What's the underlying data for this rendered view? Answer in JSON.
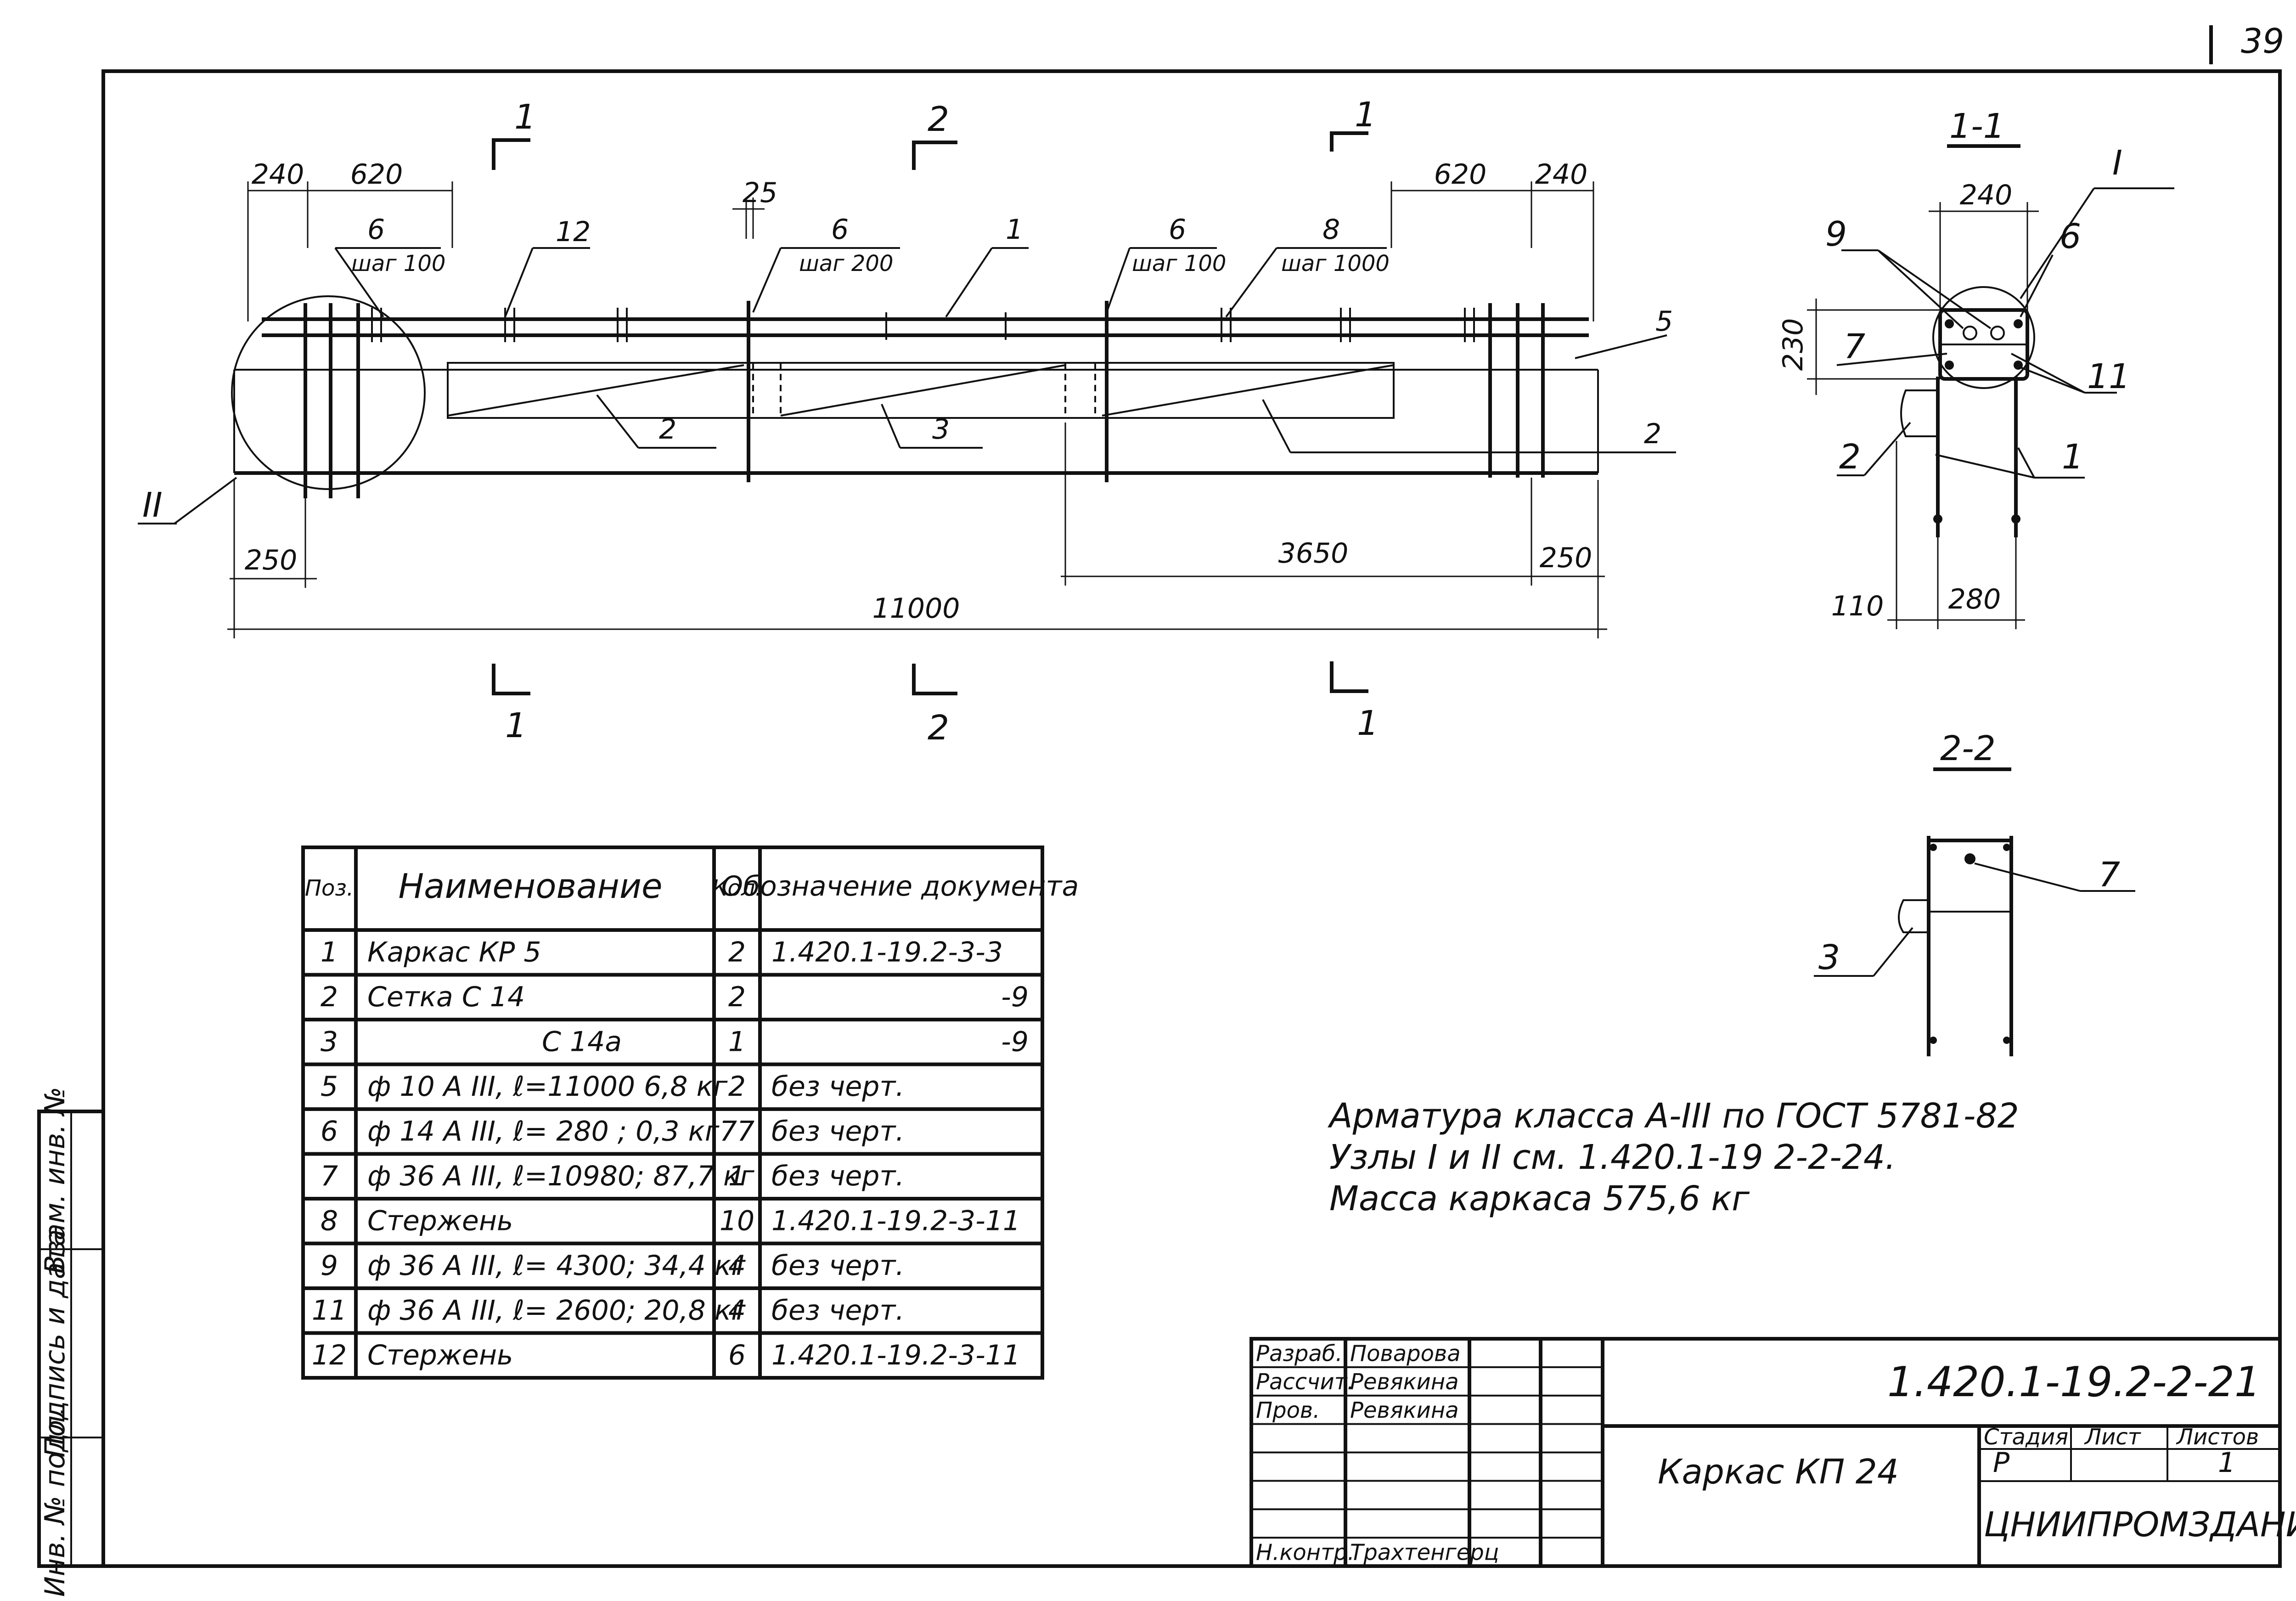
{
  "sheet": {
    "page_number": "39",
    "side_stamp": [
      "Инв. № подл.",
      "Подпись и дата",
      "Взам. инв. №"
    ]
  },
  "elevation": {
    "dims": {
      "d240_left": "240",
      "d620_left": "620",
      "d25": "25",
      "d620_right": "620",
      "d240_right": "240",
      "d250_left": "250",
      "d3650": "3650",
      "d250_right": "250",
      "d11000": "11000"
    },
    "callouts": {
      "pos6_a": "6",
      "shag100_a": "шаг 100",
      "pos12": "12",
      "pos6_b": "6",
      "shag200": "шаг 200",
      "pos1": "1",
      "pos6_c": "6",
      "shag100_b": "шаг 100",
      "pos8": "8",
      "shag1000": "шаг 1000",
      "pos5": "5",
      "pos2_a": "2",
      "pos3": "3",
      "pos2_b": "2",
      "node2": "II"
    },
    "sections": {
      "top_left": "1",
      "top_mid": "2",
      "top_right": "1",
      "bot_left": "1",
      "bot_mid": "2",
      "bot_right": "1"
    }
  },
  "section_1_1": {
    "title": "1-1",
    "node1": "I",
    "d240": "240",
    "d230": "230",
    "d110": "110",
    "d280": "280",
    "labels": {
      "p9": "9",
      "p6": "6",
      "p7": "7",
      "p11": "11",
      "p2": "2",
      "p1": "1"
    }
  },
  "section_2_2": {
    "title": "2-2",
    "labels": {
      "p7": "7",
      "p3": "3"
    }
  },
  "spec_table": {
    "headers": [
      "Поз.",
      "Наименование",
      "Кол.",
      "Обозначение документа"
    ],
    "rows": [
      {
        "pos": "1",
        "name": "Каркас        КР 5",
        "qty": "2",
        "doc": "1.420.1-19.2-3-3"
      },
      {
        "pos": "2",
        "name": "Сетка           С 14",
        "qty": "2",
        "doc": "-9"
      },
      {
        "pos": "3",
        "name": "С 14а",
        "qty": "1",
        "doc": "-9"
      },
      {
        "pos": "5",
        "name": "ф 10 А III,  ℓ=11000      6,8 кг",
        "qty": "2",
        "doc": "без черт."
      },
      {
        "pos": "6",
        "name": "ф 14 А III,  ℓ= 280 ;    0,3 кг",
        "qty": "77",
        "doc": "без черт."
      },
      {
        "pos": "7",
        "name": "ф 36 А III,  ℓ=10980;  87,7 кг",
        "qty": "1",
        "doc": "без черт."
      },
      {
        "pos": "8",
        "name": "Стержень",
        "qty": "10",
        "doc": "1.420.1-19.2-3-11"
      },
      {
        "pos": "9",
        "name": "ф 36 А III,  ℓ= 4300;  34,4 кг",
        "qty": "4",
        "doc": "без черт."
      },
      {
        "pos": "11",
        "name": "ф 36 А III,  ℓ= 2600;  20,8 кг",
        "qty": "4",
        "doc": "без черт."
      },
      {
        "pos": "12",
        "name": "Стержень",
        "qty": "6",
        "doc": "1.420.1-19.2-3-11"
      }
    ]
  },
  "notes": [
    "Арматура  класса  А-III  по  ГОСТ  5781-82",
    "Узлы  I и II  см.  1.420.1-19  2-2-24.",
    "Масса  каркаса    575,6  кг"
  ],
  "title_block": {
    "roles": [
      "Разраб.",
      "Рассчит.",
      "Пров.",
      "",
      "",
      "",
      "",
      "Н.контр."
    ],
    "names": [
      "Поварова",
      "Ревякина",
      "Ревякина",
      "",
      "",
      "",
      "",
      "Трахтенгерц"
    ],
    "code": "1.420.1-19.2-2-21",
    "item_name": "Каркас      КП 24",
    "stage_label": "Стадия",
    "sheet_label": "Лист",
    "sheets_label": "Листов",
    "stage": "Р",
    "sheet": "",
    "sheets": "1",
    "org": "ЦНИИПРОМЗДАНИЙ"
  }
}
